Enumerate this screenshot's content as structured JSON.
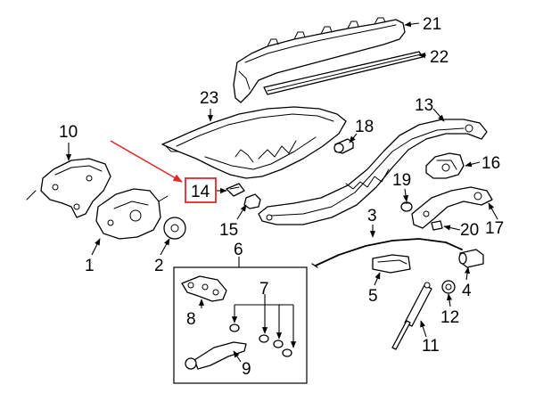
{
  "callouts": {
    "c1": "1",
    "c2": "2",
    "c3": "3",
    "c4": "4",
    "c5": "5",
    "c6": "6",
    "c7": "7",
    "c8": "8",
    "c9": "9",
    "c10": "10",
    "c11": "11",
    "c12": "12",
    "c13": "13",
    "c14": "14",
    "c15": "15",
    "c16": "16",
    "c17": "17",
    "c18": "18",
    "c19": "19",
    "c20": "20",
    "c21": "21",
    "c22": "22",
    "c23": "23"
  },
  "highlight": {
    "callout": "14",
    "color": "#e3262a"
  }
}
